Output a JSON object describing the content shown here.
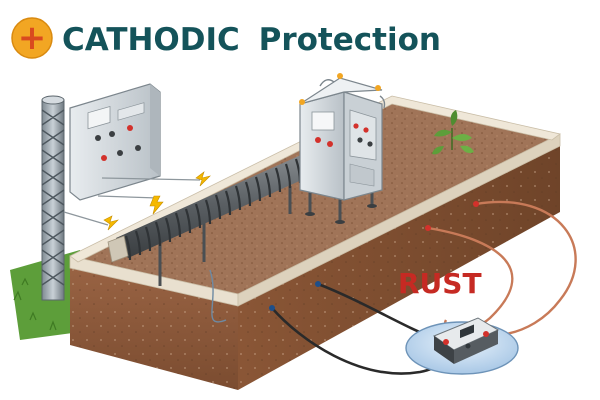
{
  "header": {
    "title_word1": "CATHODIC",
    "title_word2": "Protection",
    "logo_symbol": "+"
  },
  "labels": {
    "rust": "RUST"
  },
  "colors": {
    "title": "#14535a",
    "logo_fill": "#f2a623",
    "logo_plus": "#d94a1f",
    "rust_label": "#c62a23",
    "soil_side": "#8b5a3c",
    "soil_top": "#a07458",
    "concrete": "#e9e0cf",
    "grass": "#5d9e3a",
    "copper_wire": "#c87a58",
    "black_wire": "#2a2a2a",
    "spark": "#f5b800"
  },
  "icons": {
    "logo": "plus-circle-icon",
    "spark": "lightning-icon"
  }
}
